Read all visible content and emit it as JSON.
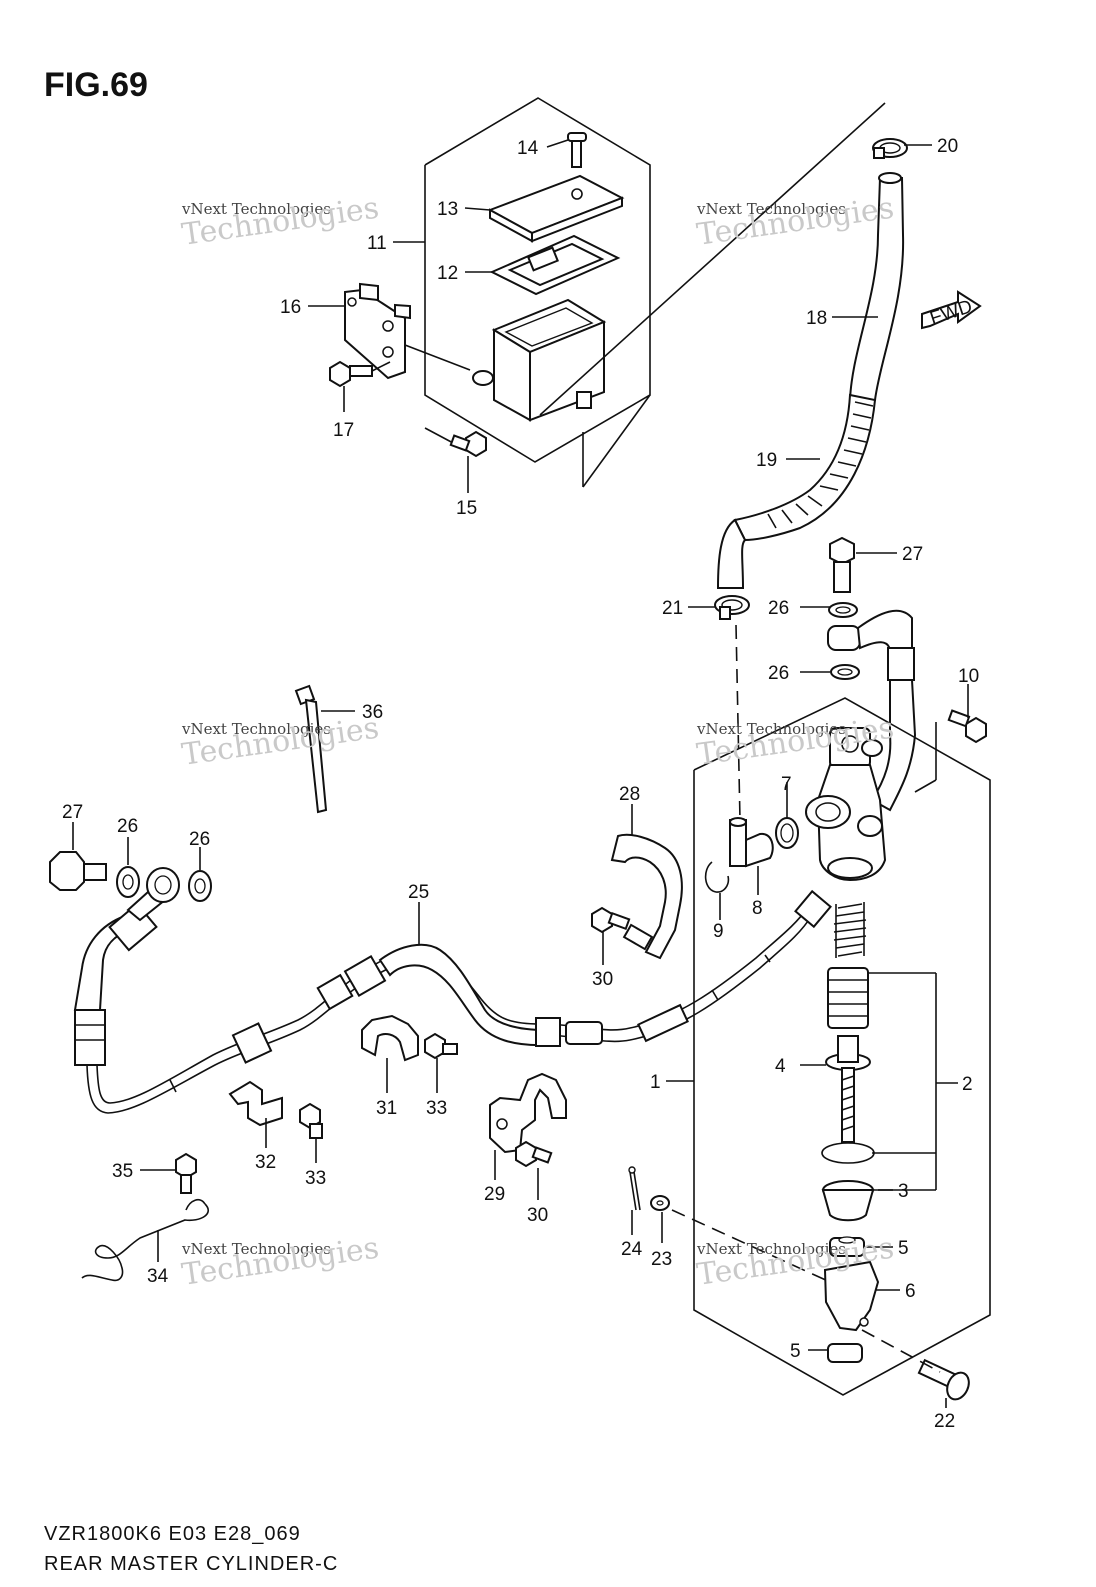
{
  "figure_title": "FIG.69",
  "footer": {
    "model_code": "VZR1800K6 E03 E28_069",
    "section_name": "REAR MASTER CYLINDER-C"
  },
  "fwd_label": "FWD",
  "watermark": {
    "line_small": "vNext Technologies",
    "line_big": "Technologies",
    "line_top": "vNext"
  },
  "callouts": {
    "c1": "1",
    "c2": "2",
    "c3": "3",
    "c4": "4",
    "c5a": "5",
    "c5b": "5",
    "c6": "6",
    "c7": "7",
    "c8": "8",
    "c9": "9",
    "c10": "10",
    "c11": "11",
    "c12": "12",
    "c13": "13",
    "c14": "14",
    "c15": "15",
    "c16": "16",
    "c17": "17",
    "c18": "18",
    "c19": "19",
    "c20": "20",
    "c21": "21",
    "c22": "22",
    "c23": "23",
    "c24": "24",
    "c25": "25",
    "c26a": "26",
    "c26b": "26",
    "c26c": "26",
    "c26d": "26",
    "c27a": "27",
    "c27b": "27",
    "c28": "28",
    "c29": "29",
    "c30a": "30",
    "c30b": "30",
    "c31": "31",
    "c32": "32",
    "c33a": "33",
    "c33b": "33",
    "c34": "34",
    "c35": "35",
    "c36": "36"
  }
}
